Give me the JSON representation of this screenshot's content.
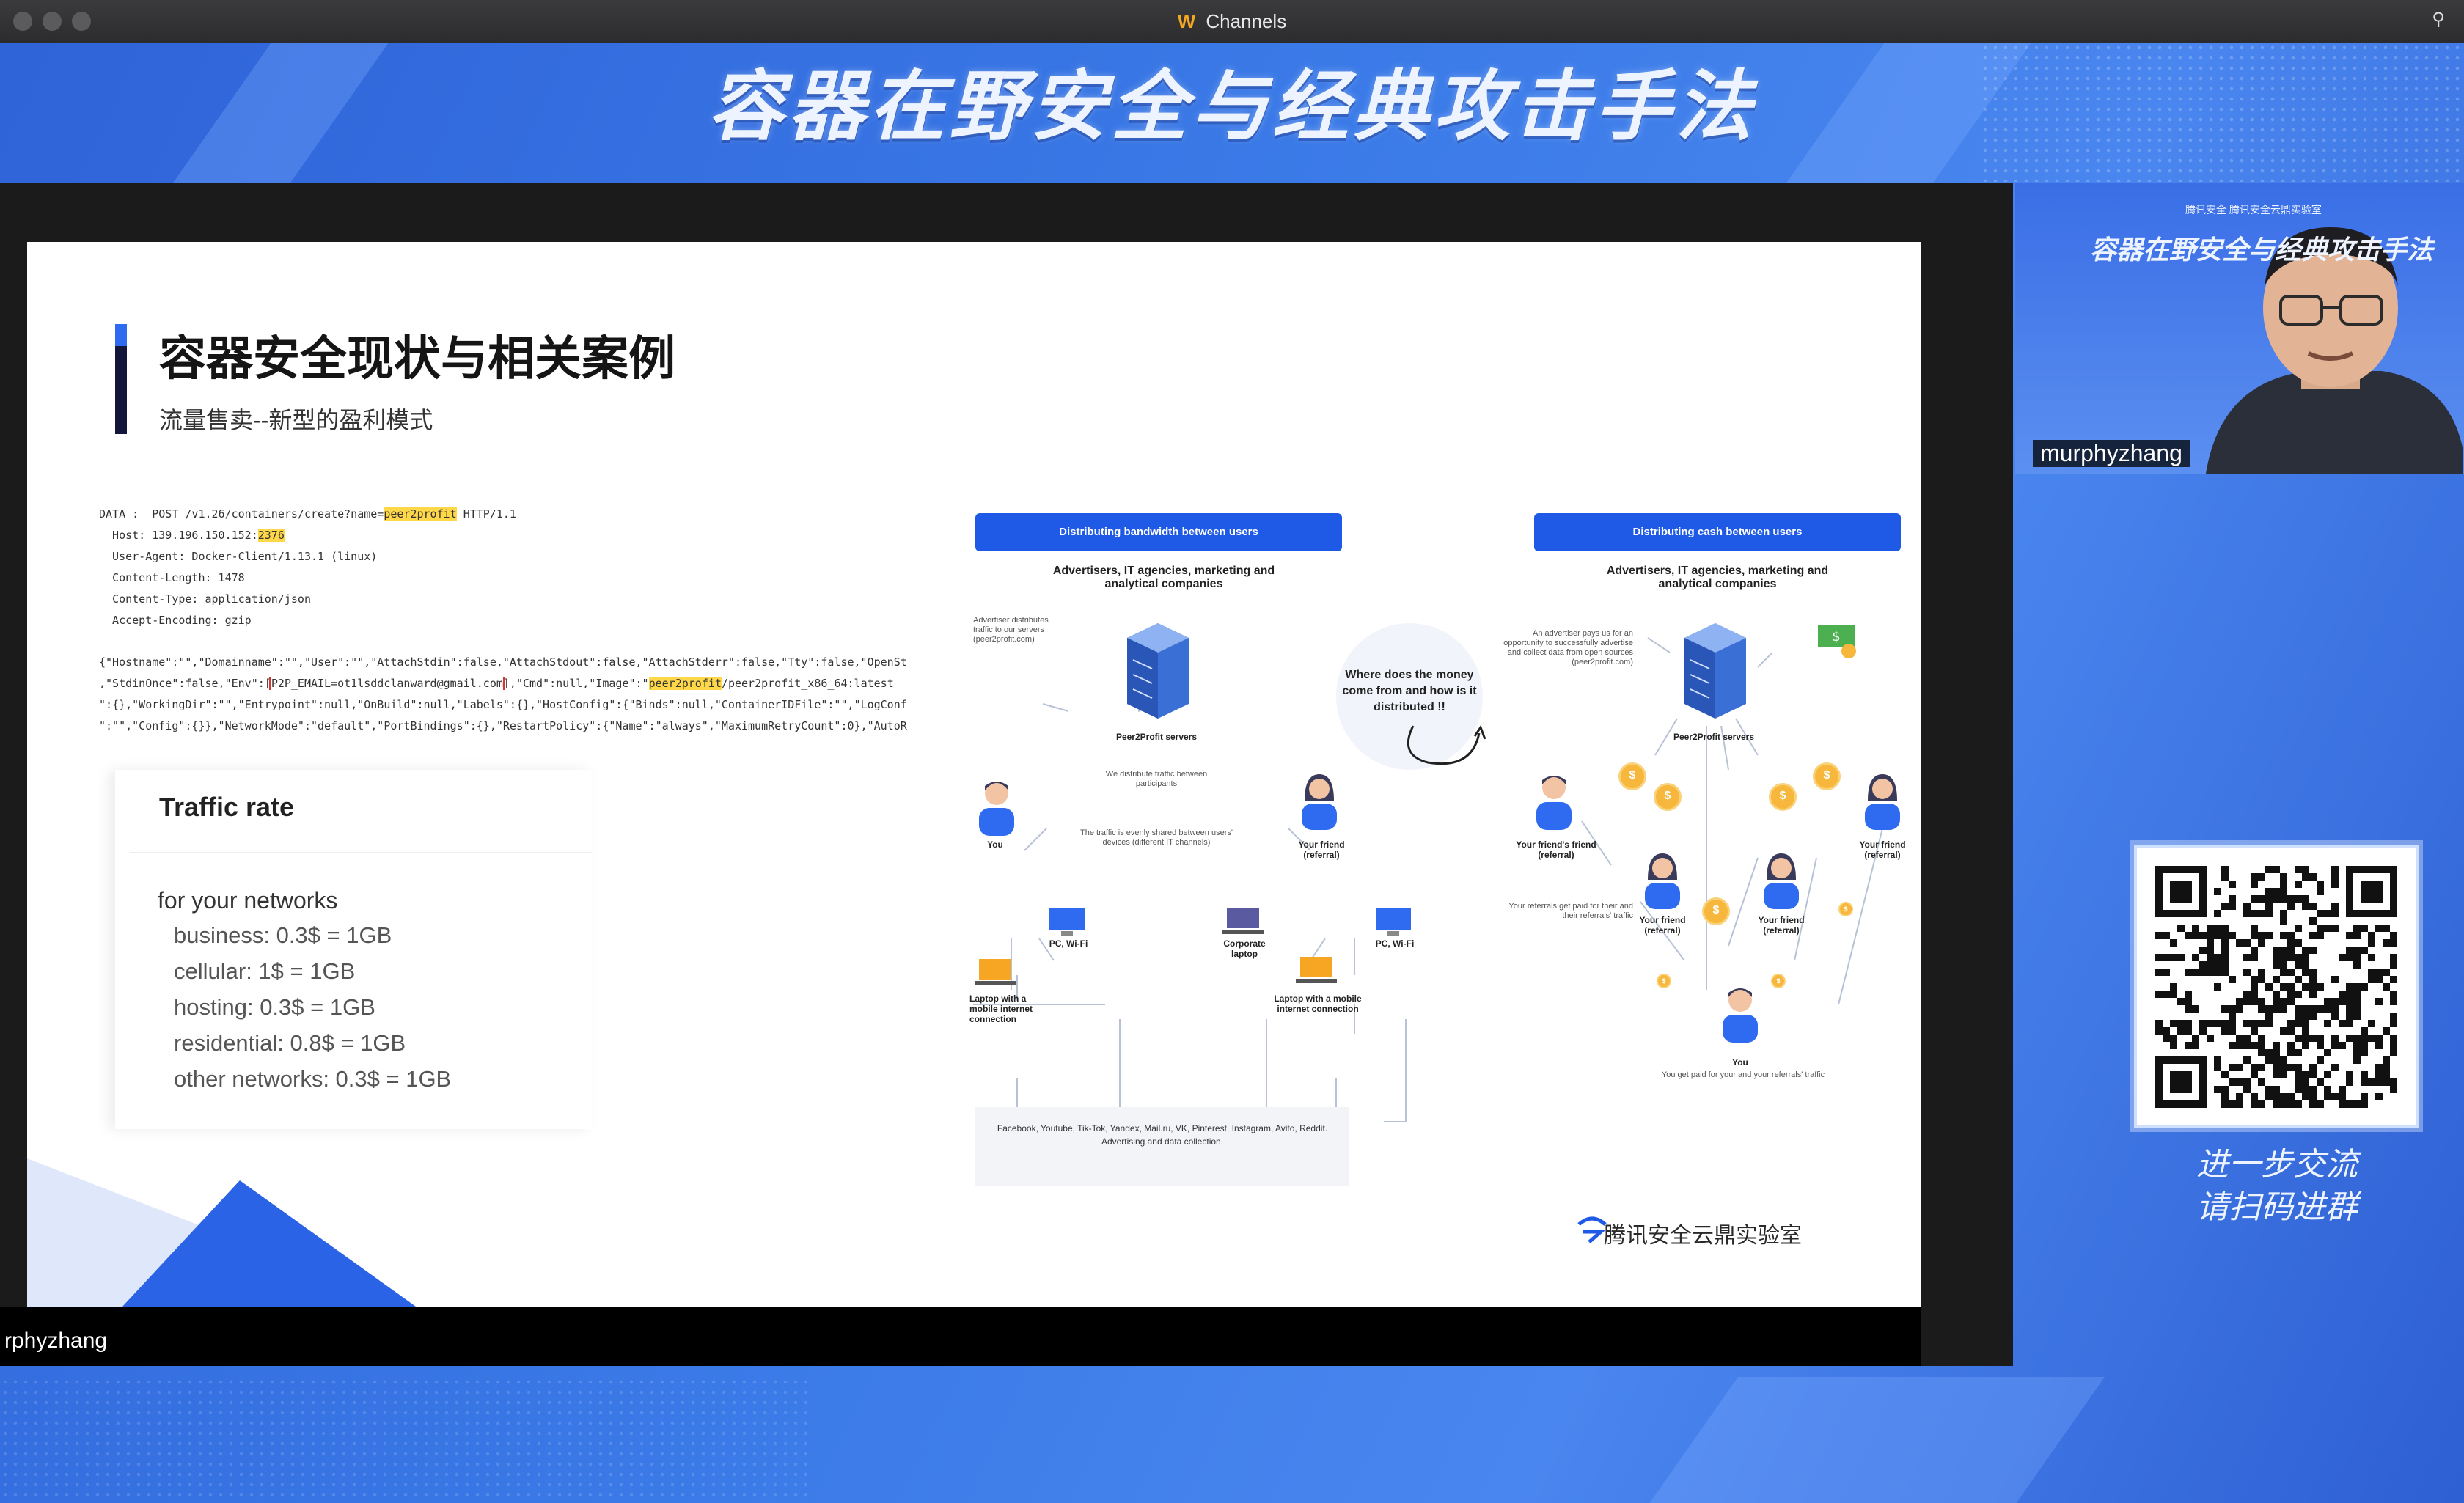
{
  "window": {
    "title": "Channels"
  },
  "banner": {
    "title": "容器在野安全与经典攻击手法"
  },
  "slide": {
    "title": "容器安全现状与相关案例",
    "subtitle": "流量售卖--新型的盈利模式",
    "code_lines": [
      [
        "DATA :  POST /v1.26/containers/create?name=",
        "peer2profit",
        " HTTP/1.1"
      ],
      [
        "  Host: 139.196.150.152:",
        "2376",
        ""
      ],
      [
        "  User-Agent: Docker-Client/1.13.1 (linux)",
        "",
        ""
      ],
      [
        "  Content-Length: 1478",
        "",
        ""
      ],
      [
        "  Content-Type: application/json",
        "",
        ""
      ],
      [
        "  Accept-Encoding: gzip",
        "",
        ""
      ]
    ],
    "json_lines": [
      "{\"Hostname\":\"\",\"Domainname\":\"\",\"User\":\"\",\"AttachStdin\":false,\"AttachStdout\":false,\"AttachStderr\":false,\"Tty\":false,\"OpenSt",
      ",\"StdinOnce\":false,\"Env\":[",
      "\":{},\"WorkingDir\":\"\",\"Entrypoint\":null,\"OnBuild\":null,\"Labels\":{},\"HostConfig\":{\"Binds\":null,\"ContainerIDFile\":\"\",\"LogConf",
      "\":\"\",\"Config\":{}},\"NetworkMode\":\"default\",\"PortBindings\":{},\"RestartPolicy\":{\"Name\":\"always\",\"MaximumRetryCount\":0},\"AutoR"
    ],
    "env_boxed": "P2P_EMAIL=ot1lsddclanward@gmail.com",
    "json_line2_tail_a": "],\"Cmd\":null,\"Image\":\"",
    "json_line2_hl": "peer2profit",
    "json_line2_tail_b": "/peer2profit_x86_64:latest",
    "traffic": {
      "title": "Traffic rate",
      "for_label": "for your networks",
      "rates": [
        "business: 0.3$ = 1GB",
        "cellular: 1$ = 1GB",
        "hosting: 0.3$ = 1GB",
        "residential: 0.8$ = 1GB",
        "other networks: 0.3$ = 1GB"
      ]
    },
    "diagram_left": {
      "header": "Distributing bandwidth between users",
      "companies": "Advertisers, IT agencies, marketing and analytical companies",
      "adv_note": "Advertiser distributes traffic to our servers (peer2profit.com)",
      "server_label": "Peer2Profit servers",
      "distribute_note": "We distribute traffic between participants",
      "shared_note": "The traffic is evenly shared between users' devices (different IT channels)",
      "you": "You",
      "friend": "Your friend (referral)",
      "pc1": "PC, Wi-Fi",
      "laptop_mobile": "Laptop with a mobile internet connection",
      "corporate": "Corporate laptop",
      "laptop_mobile2": "Laptop with a mobile internet connection",
      "pc2": "PC, Wi-Fi",
      "footer": "Facebook, Youtube, Tik-Tok, Yandex, Mail.ru, VK, Pinterest, Instagram, Avito, Reddit. Advertising and data collection."
    },
    "bubble": "Where does the money come from and how is it distributed !!",
    "diagram_right": {
      "header": "Distributing cash between users",
      "companies": "Advertisers, IT agencies, marketing and analytical companies",
      "adv_note": "An advertiser pays us for an opportunity to successfully advertise and collect data from open sources (peer2profit.com)",
      "server_label": "Peer2Profit servers",
      "friends_friend": "Your friend's friend (referral)",
      "friend1": "Your friend (referral)",
      "friend2": "Your friend (referral)",
      "friend3": "Your friend (referral)",
      "referral_note": "Your referrals get paid for their and their referrals' traffic",
      "you": "You",
      "you_note": "You get paid for your and your referrals' traffic"
    },
    "brand": "腾讯安全云鼎实验室"
  },
  "presenter_strip_name": "rphyzhang",
  "webcam": {
    "banner": "容器在野安全与经典攻击手法",
    "logos": "腾讯安全   腾讯安全云鼎实验室",
    "name": "murphyzhang"
  },
  "qr": {
    "caption_line1": "进一步交流",
    "caption_line2": "请扫码进群"
  },
  "colors": {
    "accent": "#1f5ae6",
    "highlight": "#ffd84a",
    "stage": "#3b7be8"
  }
}
